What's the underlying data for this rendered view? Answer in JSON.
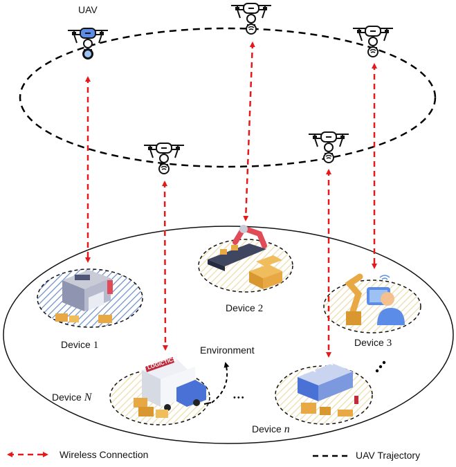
{
  "uav_label": "UAV",
  "environment_label": "Environment",
  "devices": [
    {
      "prefix": "Device",
      "index": "1",
      "italic": false
    },
    {
      "prefix": "Device",
      "index": "2",
      "italic": false
    },
    {
      "prefix": "Device",
      "index": "3",
      "italic": false
    },
    {
      "prefix": "Device",
      "index": "N",
      "italic": true
    },
    {
      "prefix": "Device",
      "index": "n",
      "italic": true
    }
  ],
  "truck_text": "LOGICTICS",
  "ellipsis": "•••",
  "legend": {
    "wireless": "Wireless Connection",
    "trajectory": "UAV Trajectory"
  },
  "colors": {
    "wireless_link": "#e3191c",
    "trajectory": "#000000",
    "uav_highlight": "#5b8de8",
    "hatch_blue": "#6f8fc9",
    "hatch_sand": "#e8d8a8"
  },
  "icons": [
    "uav-icon",
    "warehouse-icon",
    "conveyor-robot-icon",
    "robot-arm-worker-icon",
    "delivery-truck-icon",
    "factory-icon"
  ]
}
